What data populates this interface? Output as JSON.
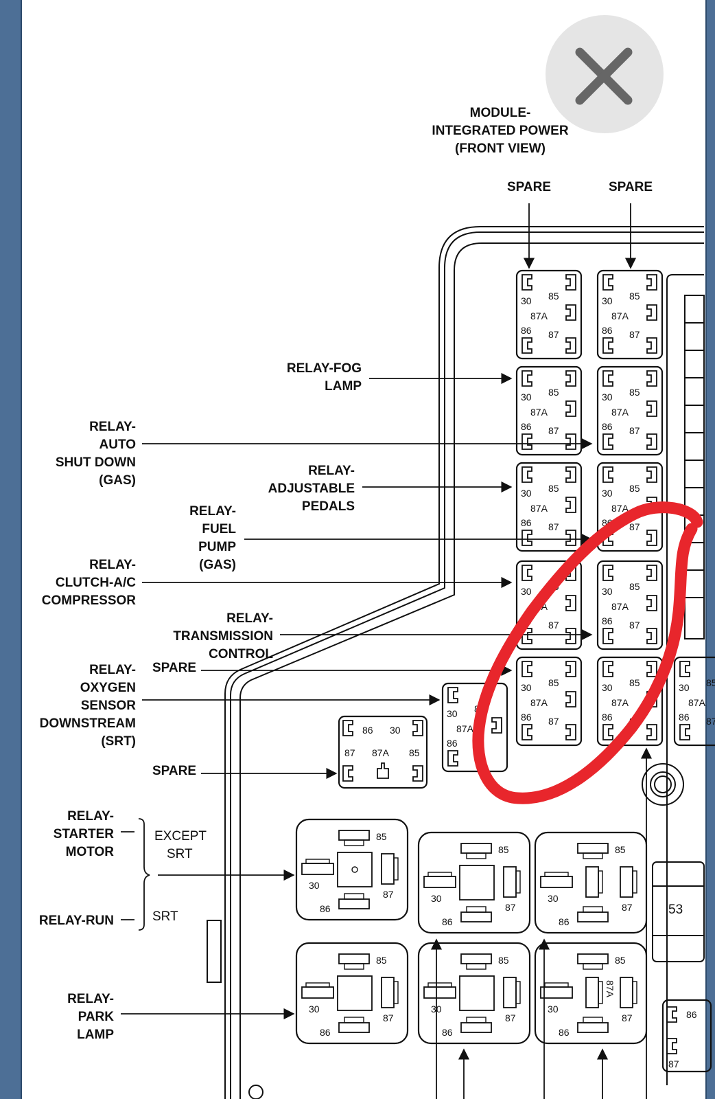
{
  "module": {
    "title_lines": [
      "MODULE-",
      "INTEGRATED POWER",
      "(FRONT VIEW)"
    ]
  },
  "labels": {
    "spare_top_left": "SPARE",
    "spare_top_right": "SPARE",
    "fog_lamp": [
      "RELAY-FOG",
      "LAMP"
    ],
    "auto_shut_down": [
      "RELAY-",
      "AUTO",
      "SHUT DOWN",
      "(GAS)"
    ],
    "adjustable_pedals": [
      "RELAY-",
      "ADJUSTABLE",
      "PEDALS"
    ],
    "fuel_pump": [
      "RELAY-",
      "FUEL",
      "PUMP",
      "(GAS)"
    ],
    "clutch_ac": [
      "RELAY-",
      "CLUTCH-A/C",
      "COMPRESSOR"
    ],
    "transmission": [
      "RELAY-",
      "TRANSMISSION",
      "CONTROL"
    ],
    "oxygen_sensor": [
      "RELAY-",
      "OXYGEN",
      "SENSOR",
      "DOWNSTREAM",
      "(SRT)"
    ],
    "spare_mid": "SPARE",
    "spare_low": "SPARE",
    "starter_motor": [
      "RELAY-",
      "STARTER",
      "MOTOR"
    ],
    "except_srt": [
      "EXCEPT",
      "SRT"
    ],
    "relay_run": "RELAY-RUN",
    "srt": "SRT",
    "park_lamp": [
      "RELAY-",
      "PARK",
      "LAMP"
    ],
    "fuse_53": "53"
  },
  "pins": {
    "p30": "30",
    "p85": "85",
    "p86": "86",
    "p87": "87",
    "p87a": "87A"
  },
  "colors": {
    "annotation": "#e8262c",
    "ink": "#111111"
  },
  "icons": {
    "close": "close-x-icon"
  }
}
